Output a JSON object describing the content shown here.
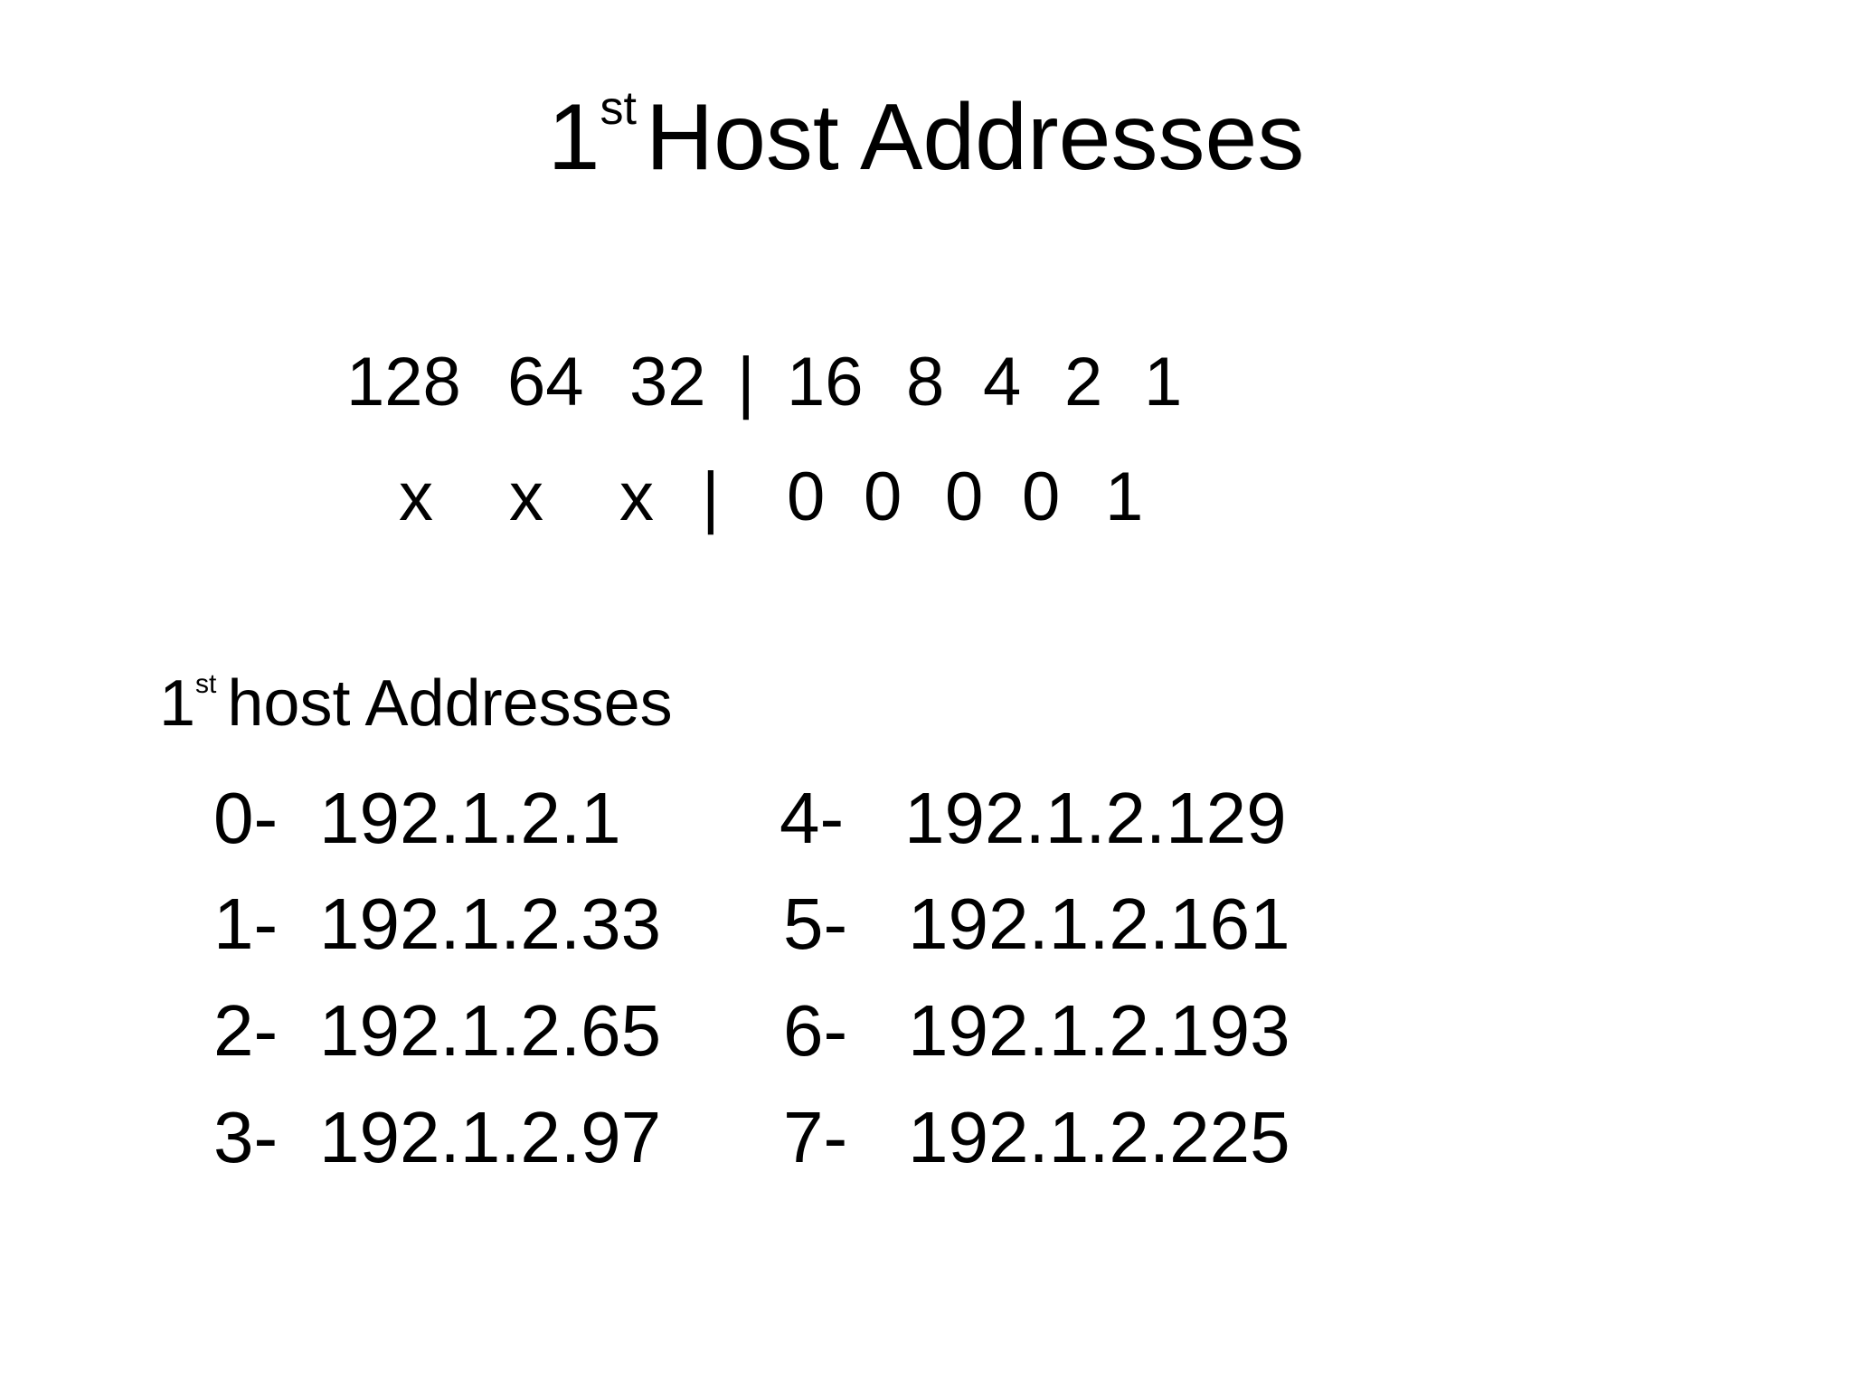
{
  "title": {
    "prefix": "1",
    "sup": "st",
    "text": "Host Addresses"
  },
  "bit_table": {
    "weights": [
      "128",
      "64",
      "32",
      "16",
      "8",
      "4",
      "2",
      "1"
    ],
    "bits": [
      "x",
      "x",
      "x",
      "0",
      "0",
      "0",
      "0",
      "1"
    ],
    "separator": "|"
  },
  "hosts_heading": {
    "prefix": "1",
    "sup": "st",
    "text": "host Addresses"
  },
  "hosts": [
    {
      "index": "0-",
      "address": "192.1.2.1"
    },
    {
      "index": "1-",
      "address": "192.1.2.33"
    },
    {
      "index": "2-",
      "address": "192.1.2.65"
    },
    {
      "index": "3-",
      "address": "192.1.2.97"
    },
    {
      "index": "4-",
      "address": "192.1.2.129"
    },
    {
      "index": "5-",
      "address": "192.1.2.161"
    },
    {
      "index": "6-",
      "address": "192.1.2.193"
    },
    {
      "index": "7-",
      "address": "192.1.2.225"
    }
  ]
}
